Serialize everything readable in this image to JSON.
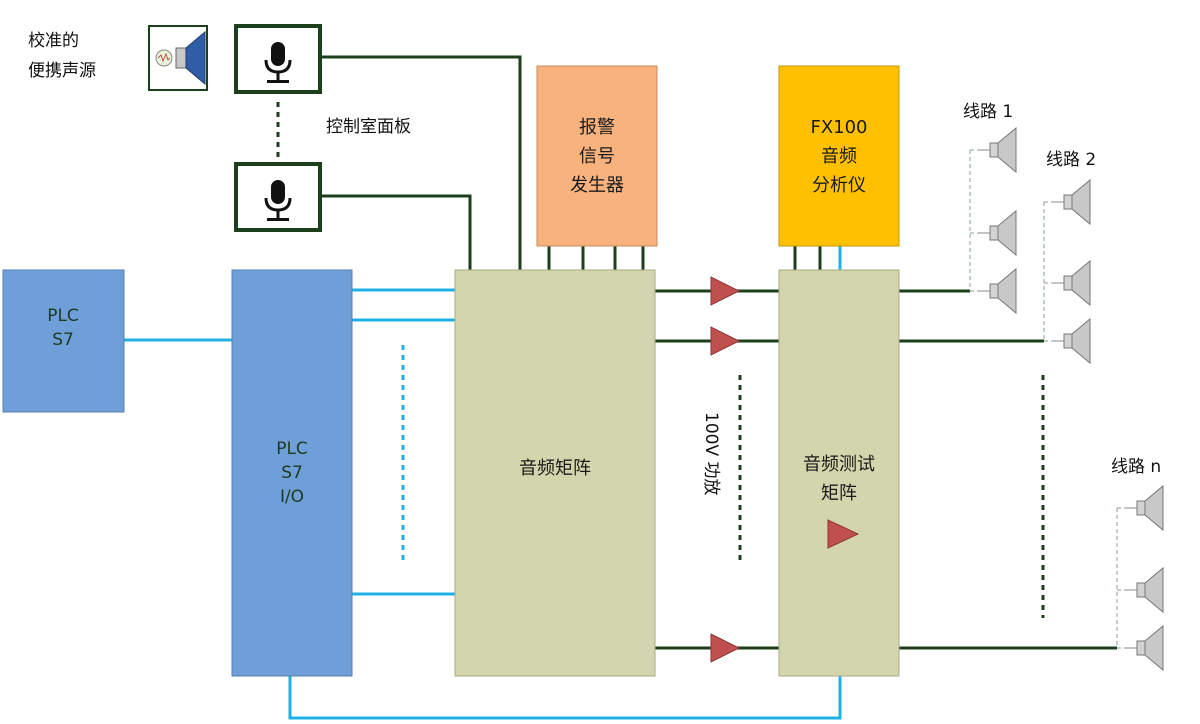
{
  "source": {
    "line1": "校准的",
    "line2": "便携声源"
  },
  "panel_label": "控制室面板",
  "alarm": {
    "line1": "报警",
    "line2": "信号",
    "line3": "发生器"
  },
  "analyzer": {
    "line1": "FX100",
    "line2": "音频",
    "line3": "分析仪"
  },
  "plc": {
    "line1": "PLC",
    "line2": "S7"
  },
  "plc_io": {
    "line1": "PLC",
    "line2": "S7",
    "line3": "I/O"
  },
  "matrix": {
    "label": "音频矩阵"
  },
  "amp_label": "100V 功放",
  "test_matrix": {
    "line1": "音频测试",
    "line2": "矩阵"
  },
  "lines": {
    "line1": "线路 1",
    "line2": "线路 2",
    "linen": "线路 n"
  },
  "colors": {
    "plc_fill": "#6f9fd8",
    "matrix_fill": "#d3d5ac",
    "alarm_fill": "#f8b27d",
    "analyzer_fill": "#ffc000",
    "amp_fill": "#c0504d",
    "wire_dark": "#1c3f1c",
    "wire_blue": "#1fb1e6",
    "speaker_fill": "#c8c8c8"
  }
}
